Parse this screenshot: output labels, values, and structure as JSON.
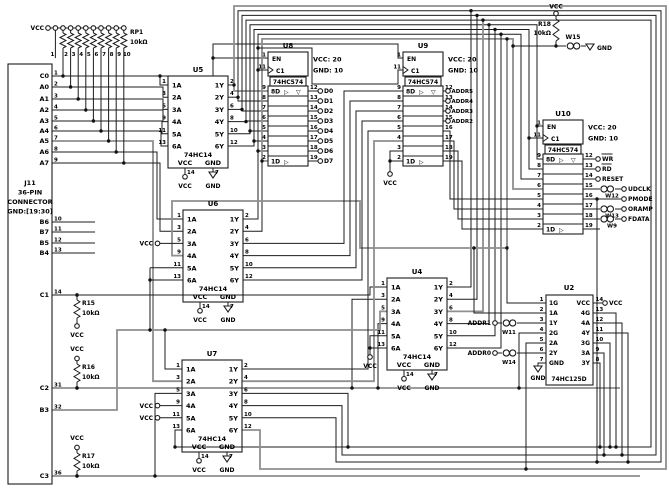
{
  "connector": {
    "refdes": "J11",
    "desc": [
      "J11",
      "36-PIN",
      "CONNECTOR",
      "GND:[19:30]"
    ],
    "pins": [
      {
        "l": "C0",
        "n": "1"
      },
      {
        "l": "A0",
        "n": "2"
      },
      {
        "l": "A1",
        "n": "3"
      },
      {
        "l": "A2",
        "n": "4"
      },
      {
        "l": "A3",
        "n": "5"
      },
      {
        "l": "A4",
        "n": "6"
      },
      {
        "l": "A5",
        "n": "7"
      },
      {
        "l": "A6",
        "n": "8"
      },
      {
        "l": "A7",
        "n": "9"
      },
      {
        "l": "B6",
        "n": "10"
      },
      {
        "l": "B7",
        "n": "11"
      },
      {
        "l": "B5",
        "n": "12"
      },
      {
        "l": "B4",
        "n": "13"
      },
      {
        "l": "C1",
        "n": "14"
      },
      {
        "l": "C2",
        "n": "31"
      },
      {
        "l": "B3",
        "n": "32"
      },
      {
        "l": "C3",
        "n": "36"
      }
    ]
  },
  "rp1": {
    "refdes": "RP1",
    "value": "10kΩ",
    "vcc": "VCC",
    "pin_numbers": [
      "1",
      "2",
      "3",
      "4",
      "5",
      "6",
      "7",
      "8",
      "9",
      "10"
    ]
  },
  "resistors": [
    {
      "refdes": "R15",
      "value": "10kΩ",
      "vcc": "VCC"
    },
    {
      "refdes": "R16",
      "value": "10kΩ",
      "vcc": "VCC"
    },
    {
      "refdes": "R17",
      "value": "10kΩ",
      "vcc": "VCC"
    },
    {
      "refdes": "R18",
      "value": "10kΩ",
      "vcc": "VCC"
    }
  ],
  "hc14": {
    "part": "74HC14",
    "vcc": "VCC",
    "gnd": "GND",
    "vcc_pin": "14",
    "gnd_pin": "7",
    "left": [
      {
        "l": "1A",
        "n": "1"
      },
      {
        "l": "2A",
        "n": "3"
      },
      {
        "l": "3A",
        "n": "5"
      },
      {
        "l": "4A",
        "n": "9"
      },
      {
        "l": "5A",
        "n": "11"
      },
      {
        "l": "6A",
        "n": "13"
      }
    ],
    "right": [
      {
        "l": "1Y",
        "n": "2"
      },
      {
        "l": "2Y",
        "n": "4"
      },
      {
        "l": "3Y",
        "n": "6"
      },
      {
        "l": "4Y",
        "n": "8"
      },
      {
        "l": "5Y",
        "n": "10"
      },
      {
        "l": "6Y",
        "n": "12"
      }
    ]
  },
  "u5": {
    "refdes": "U5"
  },
  "u6": {
    "refdes": "U6"
  },
  "u7": {
    "refdes": "U7"
  },
  "u4": {
    "refdes": "U4"
  },
  "hc574": {
    "part": "74HC574",
    "en": "EN",
    "en_pin": "1",
    "clk": "C1",
    "clk_pin": "11",
    "vcc_note": "VCC: 20",
    "gnd_note": "GND: 10",
    "msb": "8D",
    "lsb": "1D",
    "buf": "▷",
    "oc": "▽",
    "left_pins": [
      "9",
      "8",
      "7",
      "6",
      "5",
      "4",
      "3",
      "2"
    ],
    "right_pins": [
      "12",
      "13",
      "14",
      "15",
      "16",
      "17",
      "18",
      "19"
    ]
  },
  "u8": {
    "refdes": "U8",
    "outputs": [
      "D0",
      "D1",
      "D2",
      "D3",
      "D4",
      "D5",
      "D6",
      "D7"
    ]
  },
  "u9": {
    "refdes": "U9",
    "outputs": [
      "ADDR5",
      "ADDR4",
      "ADDR3",
      "ADDR2"
    ],
    "vcc": "VCC"
  },
  "u10": {
    "refdes": "U10",
    "outputs": [
      "WR",
      "RD",
      "RESET",
      "UDCLK",
      "PMODE",
      "ORAMP",
      "FDATA"
    ],
    "jumpers": [
      "",
      "",
      "",
      "W12",
      "",
      "W13",
      "W9"
    ]
  },
  "u2": {
    "refdes": "U2",
    "part": "74HC125D",
    "vcc": "VCC",
    "gnd": "GND",
    "left": [
      {
        "l": "1G",
        "n": "1"
      },
      {
        "l": "1A",
        "n": "2"
      },
      {
        "l": "1Y",
        "n": "3"
      },
      {
        "l": "2G",
        "n": "4"
      },
      {
        "l": "2A",
        "n": "5"
      },
      {
        "l": "2Y",
        "n": "6"
      },
      {
        "l": "GND",
        "n": "7"
      }
    ],
    "right": [
      {
        "l": "VCC",
        "n": "14"
      },
      {
        "l": "4G",
        "n": "13"
      },
      {
        "l": "4A",
        "n": "12"
      },
      {
        "l": "4Y",
        "n": "11"
      },
      {
        "l": "3G",
        "n": "10"
      },
      {
        "l": "3A",
        "n": "9"
      },
      {
        "l": "3Y",
        "n": "8"
      }
    ]
  },
  "addr1": {
    "signal": "ADDR1",
    "jumper": "W11"
  },
  "addr0": {
    "signal": "ADDR0",
    "jumper": "W14"
  },
  "w15": {
    "jumper": "W15",
    "gnd": "GND"
  },
  "power": {
    "vcc": "VCC",
    "gnd": "GND"
  }
}
